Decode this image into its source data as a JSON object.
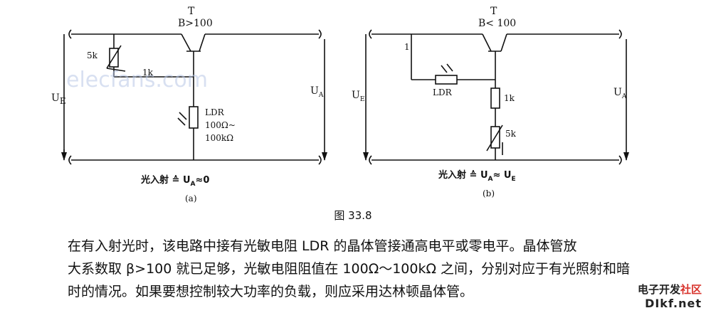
{
  "watermark": "elecfans.com",
  "circuit_a": {
    "transistor_label": "T",
    "beta_label": "B>100",
    "pot_label": "5k",
    "resistor_label": "1k",
    "ldr_label": "LDR",
    "ldr_range_1": "100Ω~",
    "ldr_range_2": "100kΩ",
    "input_voltage": "U",
    "input_sub": "E",
    "output_voltage": "U",
    "output_sub": "A",
    "result": "光入射 ≙ U",
    "result_sub": "A",
    "result_tail": "≈0",
    "tag": "(a)"
  },
  "circuit_b": {
    "transistor_label": "T",
    "beta_label": "B< 100",
    "ldr_label": "LDR",
    "resistor_label": "1k",
    "pot_label": "5k",
    "input_voltage": "U",
    "input_sub": "E",
    "output_voltage": "U",
    "output_sub": "A",
    "result": "光入射 ≙ U",
    "result_sub": "A",
    "result_mid": "≈ U",
    "result_sub2": "E",
    "tag": "(b)",
    "small_mark": "1"
  },
  "figure_caption": "图 33.8",
  "paragraph": [
    "在有入射光时，该电路中接有光敏电阻 LDR 的晶体管接通高电平或零电平。晶体管放",
    "大系数取 β>100 就已足够，光敏电阻阻值在 100Ω～100kΩ 之间，分别对应于有光照射和暗",
    "时的情况。如果要想控制较大功率的负载，则应采用达林顿晶体管。"
  ],
  "logo": {
    "line1_a": "电子开发",
    "line1_b": "社区",
    "line2": "DIkf.net"
  }
}
